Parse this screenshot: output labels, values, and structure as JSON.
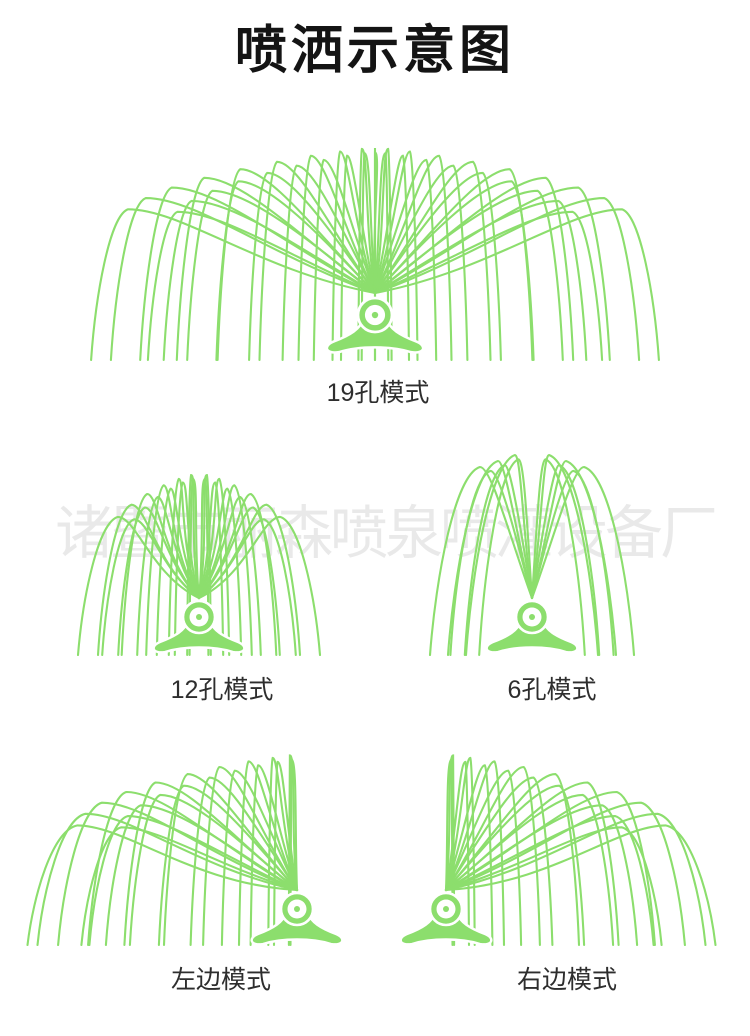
{
  "title": "喷洒示意图",
  "watermark": "诸暨市丽森喷泉喷灌设备厂",
  "colors": {
    "spray_green": "#8CDE6D",
    "title_text": "#141414",
    "label_text": "#2e2e2e",
    "watermark_text": "rgba(0,0,0,0.085)",
    "background": "#ffffff"
  },
  "diagrams": [
    {
      "id": "19-hole",
      "label": "19孔模式",
      "holes": 19,
      "nozzle": [
        375,
        293
      ],
      "baseline": 360,
      "head": [
        375,
        315,
        17
      ],
      "jets": [
        [
          -79.2,
          83.7,
          -246.9,
          -283.9
        ],
        [
          -70.4,
          94.9,
          -229.3,
          -264.1
        ],
        [
          -61.6,
          105.4,
          -203.3,
          -234.8
        ],
        [
          -52.8,
          115.2,
          -170.8,
          -198.2
        ],
        [
          -44.0,
          123.8,
          -134.8,
          -157.4
        ],
        [
          -35.2,
          131.2,
          -98.0,
          -115.5
        ],
        [
          -26.4,
          137.2,
          -64.1,
          -76.5
        ],
        [
          -17.6,
          141.5,
          -34.9,
          -42.5
        ],
        [
          -8.8,
          144.1,
          -13.1,
          -16.6
        ],
        [
          0,
          145.0,
          0,
          0
        ],
        [
          8.8,
          144.1,
          13.1,
          16.6
        ],
        [
          17.6,
          141.5,
          34.9,
          42.5
        ],
        [
          26.4,
          137.2,
          64.1,
          76.5
        ],
        [
          35.2,
          131.2,
          98.0,
          115.5
        ],
        [
          44.0,
          123.8,
          134.8,
          157.4
        ],
        [
          52.8,
          115.2,
          170.8,
          198.2
        ],
        [
          61.6,
          105.4,
          203.3,
          234.8
        ],
        [
          70.4,
          94.9,
          229.3,
          264.1
        ],
        [
          79.2,
          83.7,
          246.9,
          283.9
        ]
      ]
    },
    {
      "id": "12-hole",
      "label": "12孔模式",
      "holes": 12,
      "nozzle": [
        199,
        598
      ],
      "baseline": 655,
      "head": [
        199,
        617,
        16
      ],
      "jets": [
        [
          -65,
          81.1,
          -81.0,
          -121.0
        ],
        [
          -54,
          93.3,
          -67.6,
          -101.0
        ],
        [
          -43,
          104.0,
          -51.8,
          -77.3
        ],
        [
          -32,
          112.7,
          -35.4,
          -52.8
        ],
        [
          -21,
          119.1,
          -20.2,
          -30.2
        ],
        [
          -10,
          122.9,
          -7.9,
          -11.8
        ],
        [
          10,
          122.9,
          7.9,
          11.8
        ],
        [
          21,
          119.1,
          20.2,
          30.2
        ],
        [
          32,
          112.7,
          35.4,
          52.8
        ],
        [
          43,
          104.0,
          51.8,
          77.3
        ],
        [
          54,
          93.3,
          67.6,
          101.0
        ],
        [
          65,
          81.1,
          81.0,
          121.0
        ]
      ]
    },
    {
      "id": "6-hole",
      "label": "6孔模式",
      "holes": 6,
      "nozzle": [
        532,
        598
      ],
      "baseline": 655,
      "head": [
        532,
        617,
        16
      ],
      "jets": [
        [
          -20,
          131,
          -52,
          -102
        ],
        [
          -14,
          137,
          -34,
          -84
        ],
        [
          -8,
          143,
          -17,
          -66
        ],
        [
          8,
          143,
          17,
          66
        ],
        [
          14,
          137,
          34,
          84
        ],
        [
          20,
          131,
          52,
          102
        ]
      ]
    },
    {
      "id": "left-mode",
      "label": "左边模式",
      "nozzle": [
        297,
        890
      ],
      "baseline": 945,
      "head": [
        297,
        909,
        16
      ],
      "jets": [
        [
          -87,
          64.6,
          -219.6,
          -269.5
        ],
        [
          -78,
          76.2,
          -211.6,
          -259.5
        ],
        [
          -69,
          87.3,
          -195.0,
          -238.9
        ],
        [
          -60,
          98.0,
          -170.8,
          -208.9
        ],
        [
          -51,
          107.5,
          -141.5,
          -172.6
        ],
        [
          -42,
          115.9,
          -109.5,
          -133.0
        ],
        [
          -33,
          123.0,
          -77.7,
          -93.9
        ],
        [
          -24,
          128.6,
          -48.5,
          -58.0
        ],
        [
          -15,
          132.1,
          -24.3,
          -28.7
        ],
        [
          -6,
          134.6,
          -7.1,
          -8.1
        ]
      ]
    },
    {
      "id": "right-mode",
      "label": "右边模式",
      "nozzle": [
        446,
        890
      ],
      "baseline": 945,
      "head": [
        446,
        909,
        16
      ],
      "jets": [
        [
          6,
          134.6,
          7.1,
          8.1
        ],
        [
          15,
          132.1,
          24.3,
          28.7
        ],
        [
          24,
          128.6,
          48.5,
          58.0
        ],
        [
          33,
          123.0,
          77.7,
          93.9
        ],
        [
          42,
          115.9,
          109.5,
          133.0
        ],
        [
          51,
          107.5,
          141.5,
          172.6
        ],
        [
          60,
          98.0,
          170.8,
          208.9
        ],
        [
          69,
          87.3,
          195.0,
          238.9
        ],
        [
          78,
          76.2,
          211.6,
          259.5
        ],
        [
          87,
          64.6,
          219.6,
          269.5
        ]
      ]
    }
  ]
}
